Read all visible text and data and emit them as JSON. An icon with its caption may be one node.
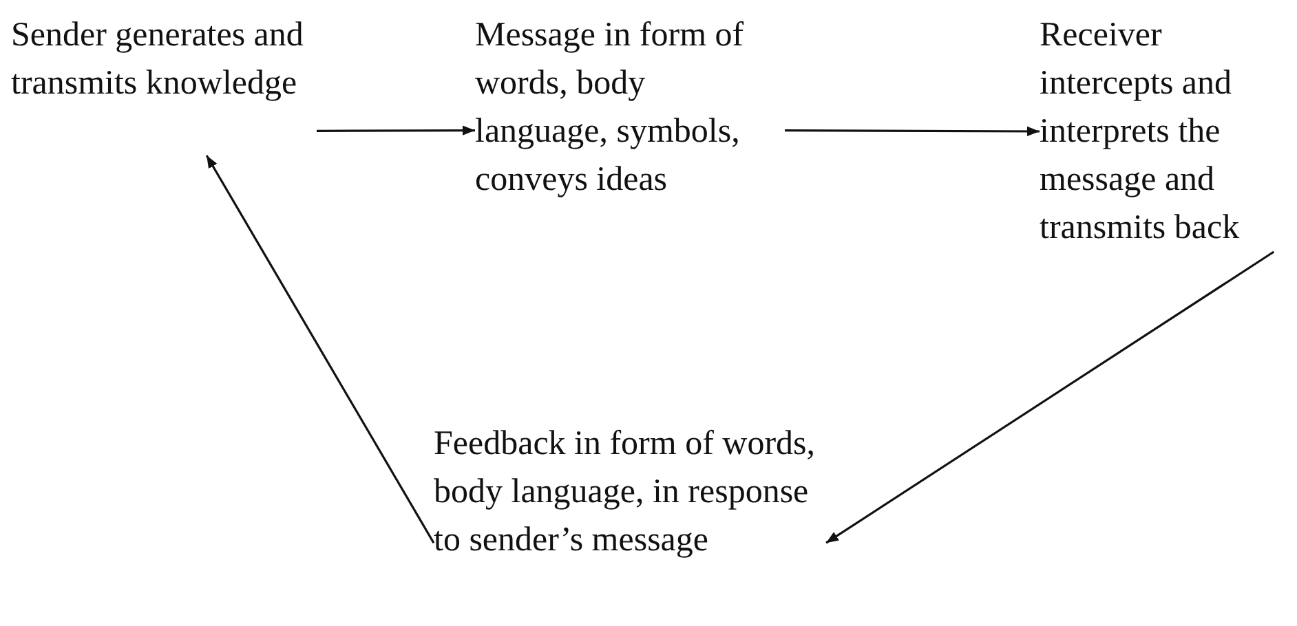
{
  "diagram": {
    "nodes": [
      {
        "text": [
          "Sender generates and transmits knowledge"
        ]
      },
      {
        "text": [
          "Message in form of words, body language, symbols, conveys ideas"
        ]
      },
      {
        "text": [
          "Receiver intercepts and interprets the message and transmits back"
        ]
      },
      {
        "text": [
          "Feedback in form of words, body language, in response to sender’s message"
        ]
      }
    ],
    "edges": [
      {
        "from": 0,
        "to": 1,
        "arrow": "to"
      },
      {
        "from": 1,
        "to": 2,
        "arrow": "to"
      },
      {
        "from": 2,
        "to": 3,
        "arrow": "to"
      },
      {
        "from": 3,
        "to": 0,
        "arrow": "to"
      }
    ]
  }
}
